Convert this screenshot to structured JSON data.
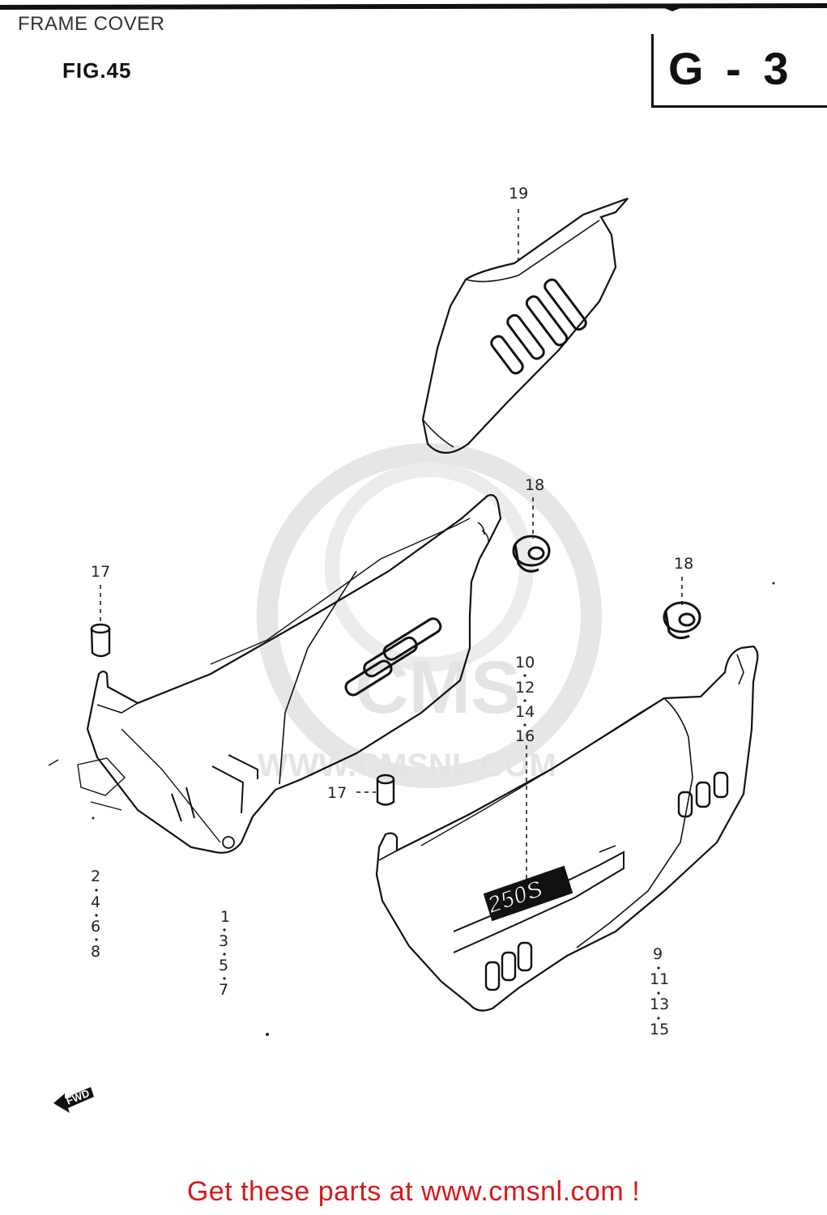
{
  "header": {
    "section_title": "FRAME COVER",
    "figure_label": "FIG.45",
    "page_code": "G - 3"
  },
  "watermark": {
    "logo": "CMS",
    "url": "WWW.CMSNL.COM"
  },
  "callouts": {
    "cap_top": "19",
    "cushion_left": "18",
    "cushion_right": "18",
    "grommet_left": "17",
    "grommet_middle": "17",
    "left_cover_a": [
      "2",
      "4",
      "6",
      "8"
    ],
    "left_cover_b": [
      "1",
      "3",
      "5",
      "7"
    ],
    "right_cover_emblem": [
      "10",
      "12",
      "14",
      "16"
    ],
    "right_cover": [
      "9",
      "11",
      "13",
      "15"
    ]
  },
  "decal_text": "250S",
  "fwd_arrow_label": "FWD",
  "footer": {
    "link_text": "Get these parts at www.cmsnl.com !",
    "link_color": "#d7191c"
  }
}
